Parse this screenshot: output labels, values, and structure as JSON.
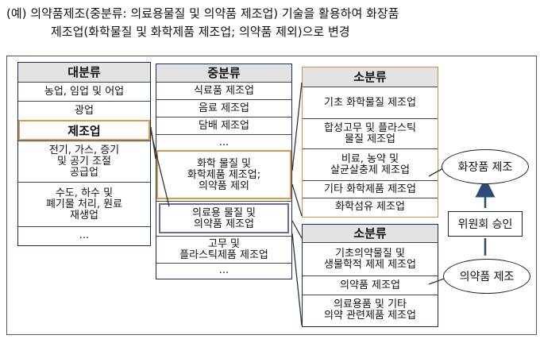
{
  "caption": {
    "line1": "(예) 의약품제조(중분류: 의료용물질 및 의약품 제조업) 기술을 활용하여 화장품",
    "line2": "제조업(화학물질 및 화학제품 제조업; 의약품 제외)으로 변경"
  },
  "major": {
    "header": "대분류",
    "items": [
      "농업, 임업 및 어업",
      "광업",
      "제조업",
      "전기, 가스, 증기\n및 공기 조절\n공급업",
      "수도, 하수 및\n폐기물 처리, 원료\n재생업",
      "..."
    ]
  },
  "middle": {
    "header": "중분류",
    "items": [
      "식료품 제조업",
      "음료 제조업",
      "담배 제조업",
      "...",
      "화학 물질 및\n화학제품 제조업;\n의약품 제외",
      "의료용 물질 및\n의약품 제조업",
      "고무 및\n플라스틱제품 제조업",
      "..."
    ]
  },
  "minor_top": {
    "header": "소분류",
    "items": [
      "기초 화학물질 제조업",
      "합성고무 및 플라스틱\n물질 제조업",
      "비료, 농약 및\n살균살충제 제조업",
      "기타 화학제품 제조업",
      "화학섬유 제조업"
    ]
  },
  "minor_bottom": {
    "header": "소분류",
    "items": [
      "기초의약물질 및\n생물학적 제제 제조업",
      "의약품 제조업",
      "의료용품 및 기타\n의약 관련제품 제조업"
    ]
  },
  "side": {
    "cosmetics": "화장품 제조",
    "approval": "위원회 승인",
    "pharma": "의약품 제조"
  }
}
